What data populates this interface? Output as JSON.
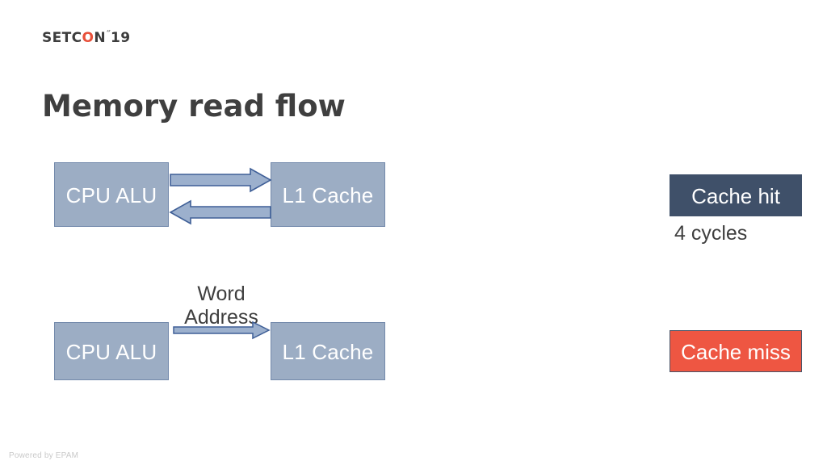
{
  "slide": {
    "logo": {
      "part1": "SETC",
      "accent_letter": "O",
      "part2": "N",
      "tick": "˝",
      "year": "19",
      "accent_color": "#e8503a",
      "text_color": "#3d3d3d"
    },
    "title": "Memory read flow",
    "footer": "Powered by EPAM"
  },
  "diagram": {
    "row1": {
      "source_box": "CPU ALU",
      "target_box": "L1 Cache",
      "arrow_forward": "arrow-right-block",
      "arrow_backward": "arrow-left-block"
    },
    "row2": {
      "source_box": "CPU ALU",
      "target_box": "L1 Cache",
      "arrow_forward": "arrow-right-block",
      "label_line1": "Word",
      "label_line2": "Address"
    },
    "box_fill": "#9cadc4",
    "box_border": "#7389ab",
    "box_text_color": "#ffffff",
    "arrow_fill": "#9cb0cd",
    "arrow_border": "#3f5f97"
  },
  "status": {
    "hit": {
      "label": "Cache hit",
      "color": "#3f5069",
      "detail": "4 cycles"
    },
    "miss": {
      "label": "Cache miss",
      "color": "#ee5642"
    }
  }
}
